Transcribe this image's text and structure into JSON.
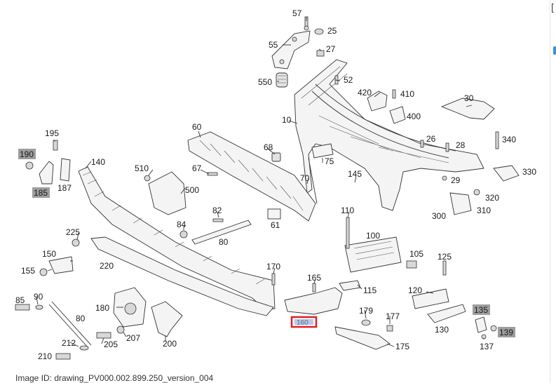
{
  "diagram": {
    "labels": [
      {
        "id": "57",
        "highlight": false
      },
      {
        "id": "25",
        "highlight": false
      },
      {
        "id": "55",
        "highlight": false
      },
      {
        "id": "27",
        "highlight": false
      },
      {
        "id": "550",
        "highlight": false
      },
      {
        "id": "52",
        "highlight": false
      },
      {
        "id": "420",
        "highlight": false
      },
      {
        "id": "410",
        "highlight": false
      },
      {
        "id": "30",
        "highlight": false
      },
      {
        "id": "400",
        "highlight": false
      },
      {
        "id": "10",
        "highlight": false
      },
      {
        "id": "60",
        "highlight": false
      },
      {
        "id": "195",
        "highlight": false
      },
      {
        "id": "190",
        "highlight": true
      },
      {
        "id": "185",
        "highlight": true
      },
      {
        "id": "187",
        "highlight": false
      },
      {
        "id": "140",
        "highlight": false
      },
      {
        "id": "68",
        "highlight": false
      },
      {
        "id": "75",
        "highlight": false
      },
      {
        "id": "26",
        "highlight": false
      },
      {
        "id": "28",
        "highlight": false
      },
      {
        "id": "340",
        "highlight": false
      },
      {
        "id": "510",
        "highlight": false
      },
      {
        "id": "67",
        "highlight": false
      },
      {
        "id": "500",
        "highlight": false
      },
      {
        "id": "70",
        "highlight": false
      },
      {
        "id": "145",
        "highlight": false
      },
      {
        "id": "330",
        "highlight": false
      },
      {
        "id": "29",
        "highlight": false
      },
      {
        "id": "320",
        "highlight": false
      },
      {
        "id": "310",
        "highlight": false
      },
      {
        "id": "300",
        "highlight": false
      },
      {
        "id": "82",
        "highlight": false
      },
      {
        "id": "61",
        "highlight": false
      },
      {
        "id": "110",
        "highlight": false
      },
      {
        "id": "84",
        "highlight": false
      },
      {
        "id": "80",
        "highlight": false
      },
      {
        "id": "225",
        "highlight": false
      },
      {
        "id": "100",
        "highlight": false
      },
      {
        "id": "150",
        "highlight": false
      },
      {
        "id": "105",
        "highlight": false
      },
      {
        "id": "125",
        "highlight": false
      },
      {
        "id": "220",
        "highlight": false
      },
      {
        "id": "155",
        "highlight": false
      },
      {
        "id": "170",
        "highlight": false
      },
      {
        "id": "165",
        "highlight": false
      },
      {
        "id": "115",
        "highlight": false
      },
      {
        "id": "85",
        "highlight": false
      },
      {
        "id": "90",
        "highlight": false
      },
      {
        "id": "180",
        "highlight": false
      },
      {
        "id": "120",
        "highlight": false
      },
      {
        "id": "135",
        "highlight": true
      },
      {
        "id": "179",
        "highlight": false
      },
      {
        "id": "177",
        "highlight": false
      },
      {
        "id": "130",
        "highlight": false
      },
      {
        "id": "139",
        "highlight": true
      },
      {
        "id": "212",
        "highlight": false
      },
      {
        "id": "205",
        "highlight": false
      },
      {
        "id": "207",
        "highlight": false
      },
      {
        "id": "200",
        "highlight": false
      },
      {
        "id": "175",
        "highlight": false
      },
      {
        "id": "137",
        "highlight": false
      },
      {
        "id": "210",
        "highlight": false
      }
    ],
    "selected_label": "160",
    "highlight_color": "#9e9e9e",
    "selection_color": "#e02020"
  },
  "footer": {
    "text": "Image ID: drawing_PV000.002.899.250_version_004"
  },
  "edge": {
    "glyph": "["
  }
}
